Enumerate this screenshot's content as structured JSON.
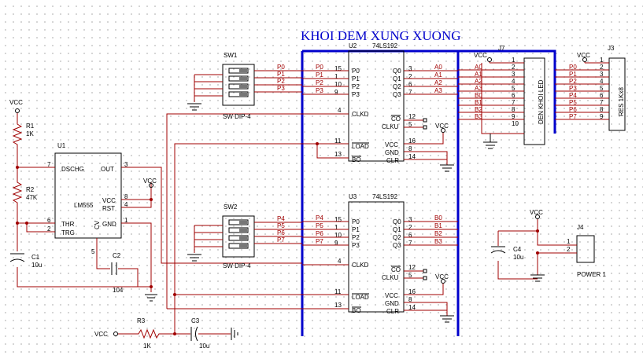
{
  "title": "KHOI DEM XUNG XUONG",
  "vcc": "VCC",
  "u1": {
    "ref": "U1",
    "name": "LM555",
    "pins": {
      "dschg": "DSCHG",
      "out": "OUT",
      "vcc": "VCC",
      "rst": "RST",
      "thr": "THR",
      "trg": "TRG",
      "cv": "CV",
      "gnd": "GND"
    },
    "pin_numbers": {
      "dschg": "7",
      "out": "3",
      "vcc": "8",
      "rst": "4",
      "thr": "6",
      "trg": "2",
      "cv": "5",
      "gnd": "1"
    }
  },
  "r1": {
    "ref": "R1",
    "value": "1K"
  },
  "r2": {
    "ref": "R2",
    "value": "47K"
  },
  "r3": {
    "ref": "R3",
    "value": "1K"
  },
  "c1": {
    "ref": "C1",
    "value": "10u"
  },
  "c2": {
    "ref": "C2",
    "value": "104"
  },
  "c3": {
    "ref": "C3",
    "value": "10u"
  },
  "c4": {
    "ref": "C4",
    "value": "10u"
  },
  "sw1": {
    "ref": "SW1",
    "name": "SW DIP-4",
    "nets": [
      "P0",
      "P1",
      "P2",
      "P3"
    ]
  },
  "sw2": {
    "ref": "SW2",
    "name": "SW DIP-4",
    "nets": [
      "P4",
      "P5",
      "P6",
      "P7"
    ]
  },
  "u2": {
    "ref": "U2",
    "name": "74LS192",
    "in_nets": [
      "P0",
      "P1",
      "P2",
      "P3"
    ],
    "out_nets": [
      "A0",
      "A1",
      "A2",
      "A3"
    ]
  },
  "u3": {
    "ref": "U3",
    "name": "74LS192",
    "in_nets": [
      "P4",
      "P5",
      "P6",
      "P7"
    ],
    "out_nets": [
      "B0",
      "B1",
      "B2",
      "B3"
    ]
  },
  "ic192": {
    "left_pins": [
      "P0",
      "P1",
      "P2",
      "P3"
    ],
    "left_nums": [
      "15",
      "1",
      "10",
      "9"
    ],
    "right_pins": [
      "Q0",
      "Q1",
      "Q2",
      "Q3"
    ],
    "right_nums": [
      "3",
      "2",
      "6",
      "7"
    ],
    "clkd": "CLKD",
    "clkd_num": "4",
    "co": "CO",
    "co_num": "12",
    "clku": "CLKU",
    "clku_num": "5",
    "load": "LOAD",
    "load_num": "11",
    "bo": "BO",
    "bo_num": "13",
    "vcc": "VCC",
    "vcc_num": "16",
    "gnd": "GND",
    "gnd_num": "8",
    "clr": "CLR",
    "clr_num": "14"
  },
  "j7": {
    "ref": "J7",
    "name": "DEN KHOI LED",
    "pins": [
      "1",
      "2",
      "3",
      "4",
      "5",
      "6",
      "7",
      "8",
      "9",
      "10"
    ],
    "nets": [
      "A0",
      "A1",
      "A2",
      "A3",
      "B0",
      "B1",
      "B2",
      "B3"
    ]
  },
  "j3": {
    "ref": "J3",
    "name": "RES 1Kx8",
    "pins": [
      "1",
      "2",
      "3",
      "4",
      "5",
      "6",
      "7",
      "8",
      "9"
    ],
    "nets": [
      "P0",
      "P1",
      "P2",
      "P3",
      "P4",
      "P5",
      "P6",
      "P7"
    ]
  },
  "j4": {
    "ref": "J4",
    "name": "POWER 1",
    "pins": [
      "1",
      "2"
    ]
  }
}
